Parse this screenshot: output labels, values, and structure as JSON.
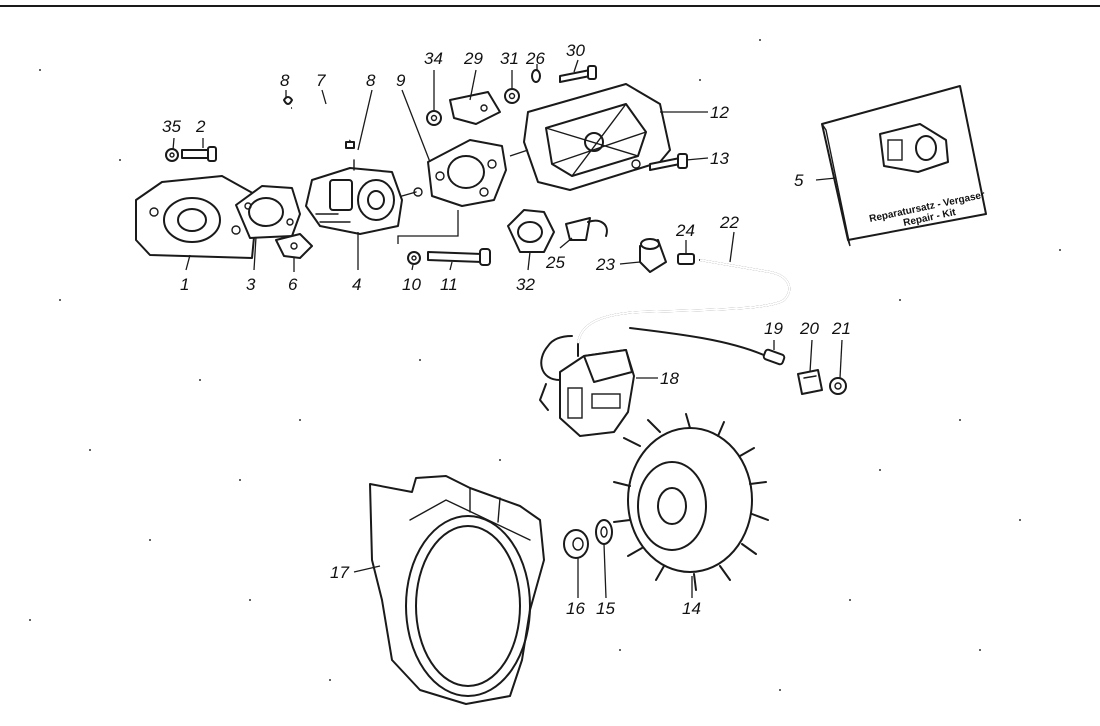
{
  "colors": {
    "ink": "#1a1a1a",
    "paper": "#ffffff"
  },
  "callouts": [
    {
      "id": "c1",
      "label": "1"
    },
    {
      "id": "c2",
      "label": "2"
    },
    {
      "id": "c3",
      "label": "3"
    },
    {
      "id": "c4",
      "label": "4"
    },
    {
      "id": "c5",
      "label": "5"
    },
    {
      "id": "c6",
      "label": "6"
    },
    {
      "id": "c7",
      "label": "7"
    },
    {
      "id": "c8a",
      "label": "8"
    },
    {
      "id": "c8b",
      "label": "8"
    },
    {
      "id": "c9",
      "label": "9"
    },
    {
      "id": "c10",
      "label": "10"
    },
    {
      "id": "c11",
      "label": "11"
    },
    {
      "id": "c12",
      "label": "12"
    },
    {
      "id": "c13",
      "label": "13"
    },
    {
      "id": "c14",
      "label": "14"
    },
    {
      "id": "c15",
      "label": "15"
    },
    {
      "id": "c16",
      "label": "16"
    },
    {
      "id": "c17",
      "label": "17"
    },
    {
      "id": "c18",
      "label": "18"
    },
    {
      "id": "c19",
      "label": "19"
    },
    {
      "id": "c20",
      "label": "20"
    },
    {
      "id": "c21",
      "label": "21"
    },
    {
      "id": "c22",
      "label": "22"
    },
    {
      "id": "c23",
      "label": "23"
    },
    {
      "id": "c24",
      "label": "24"
    },
    {
      "id": "c25",
      "label": "25"
    },
    {
      "id": "c26",
      "label": "26"
    },
    {
      "id": "c29",
      "label": "29"
    },
    {
      "id": "c30",
      "label": "30"
    },
    {
      "id": "c31",
      "label": "31"
    },
    {
      "id": "c32",
      "label": "32"
    },
    {
      "id": "c34",
      "label": "34"
    },
    {
      "id": "c35",
      "label": "35"
    }
  ],
  "repair_kit": {
    "line1": "Reparatursatz - Vergaser",
    "line2": "Repair - Kit"
  }
}
